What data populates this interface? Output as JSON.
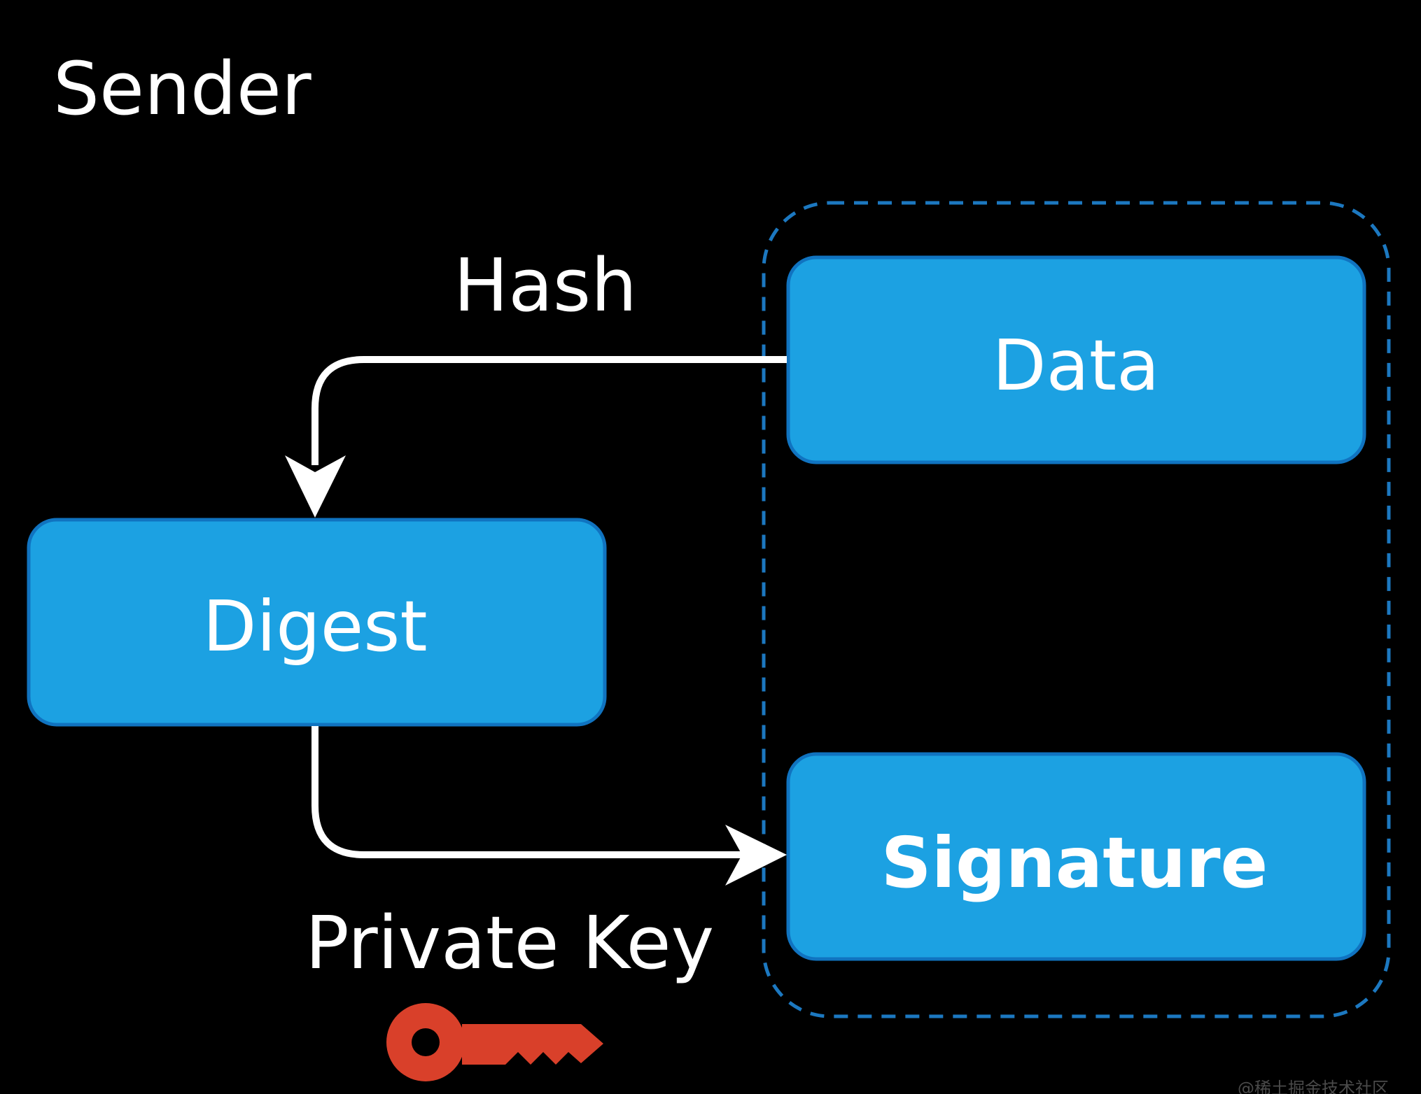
{
  "title": "Sender",
  "nodes": {
    "data": "Data",
    "digest": "Digest",
    "signature": "Signature"
  },
  "edges": {
    "hash": "Hash",
    "private_key": "Private Key"
  },
  "watermark": "@稀土掘金技术社区",
  "colors": {
    "background": "#000000",
    "box_fill": "#1ca1e2",
    "box_border": "#1073c0",
    "group_border": "#1c78c0",
    "arrow": "#ffffff",
    "key": "#d9402a"
  },
  "icons": {
    "key": "key-icon"
  }
}
